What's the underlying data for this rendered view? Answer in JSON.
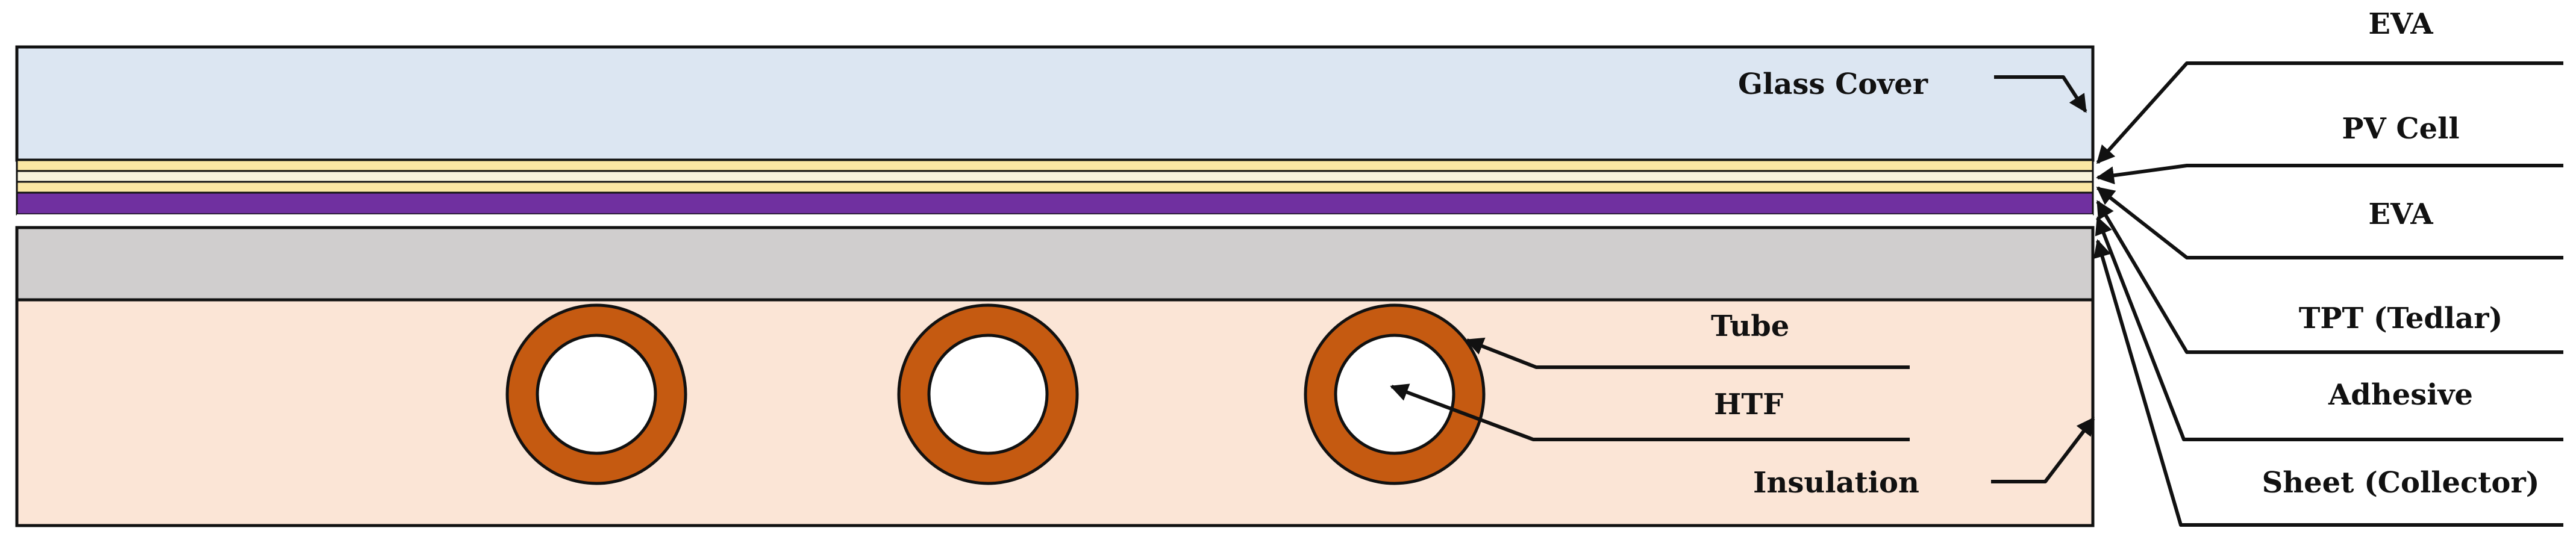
{
  "layers": {
    "glass_cover": "Glass Cover",
    "eva_top": "EVA",
    "pv_cell": "PV Cell",
    "eva_bottom": "EVA",
    "tpt": "TPT (Tedlar)",
    "adhesive": "Adhesive",
    "sheet": "Sheet (Collector)",
    "tube": "Tube",
    "htf": "HTF",
    "insulation": "Insulation"
  },
  "colors": {
    "glass": "#dce6f2",
    "eva": "#fbe7a3",
    "pv_cell": "#f8f3dc",
    "tedlar": "#7030a0",
    "sheet": "#d0cece",
    "insulation": "#fbe5d6",
    "tube": "#c55a11",
    "htf": "#ffffff",
    "outline": "#111111"
  }
}
